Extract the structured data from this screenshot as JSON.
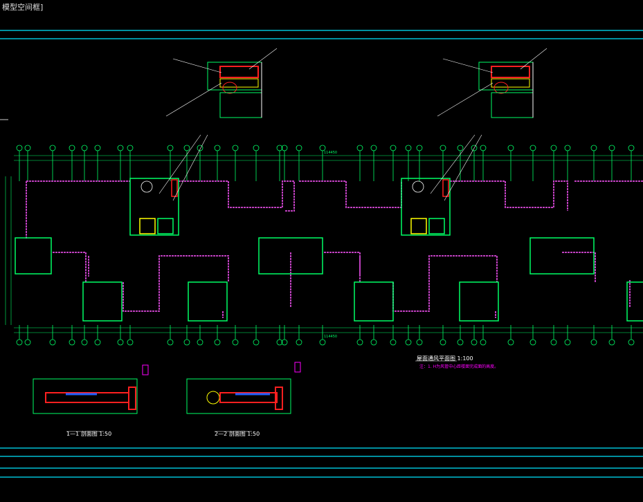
{
  "window": {
    "tab_label": "模型空间框]"
  },
  "drawing": {
    "plan_title": "屋面通风平面图 1:100",
    "plan_note": "注：1. H为风管中心距楼面完成面的高度。",
    "section_1_title": "1—1 剖面图 1:50",
    "section_2_title": "2—2 剖面图 1:50",
    "overall_dim": "114450",
    "colors": {
      "background": "#000000",
      "border": "#00e5ff",
      "wall": "#c040c0",
      "dim": "#00ff66",
      "duct": "#ff2020",
      "text": "#ffffff",
      "annotation": "#ff00ff",
      "equipment": "#ffff00"
    }
  }
}
